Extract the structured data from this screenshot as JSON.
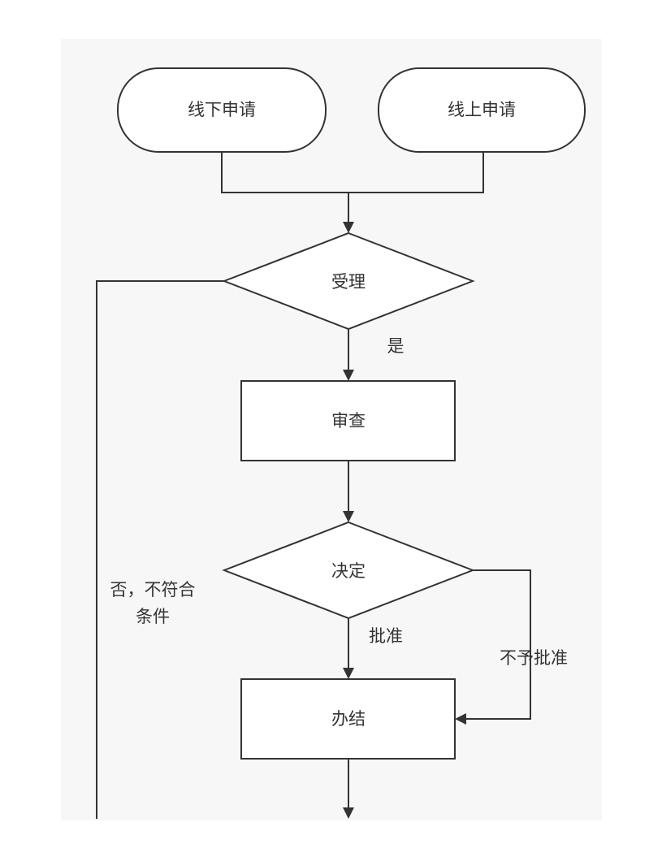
{
  "nodes": {
    "offline_apply": "线下申请",
    "online_apply": "线上申请",
    "accept": "受理",
    "review": "审查",
    "decide": "决定",
    "complete": "办结"
  },
  "edge_labels": {
    "yes": "是",
    "reject_line1": "否，不符合",
    "reject_line2": "条件",
    "approve": "批准",
    "not_approve": "不予批准"
  },
  "colors": {
    "stroke": "#333333",
    "node_fill": "#ffffff",
    "canvas": "#f7f7f7"
  }
}
